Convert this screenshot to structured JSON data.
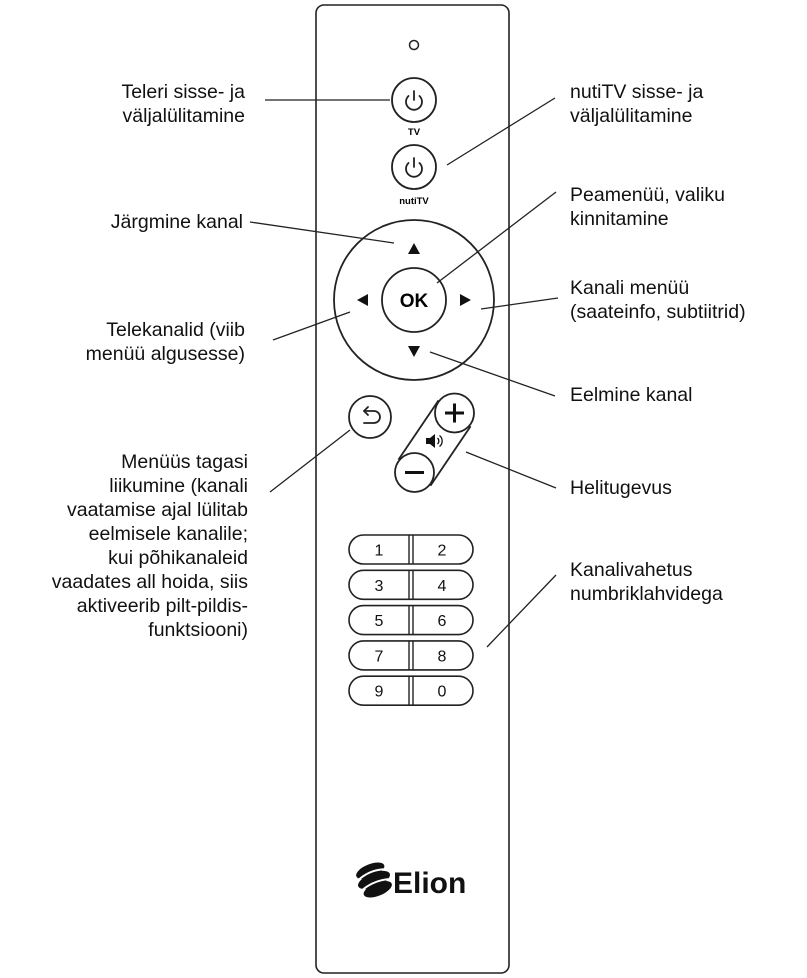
{
  "remote": {
    "tv_caption": "TV",
    "nutitv_caption": "nutiTV",
    "ok_label": "OK",
    "brand": "Elion",
    "number_keys": [
      [
        "1",
        "2"
      ],
      [
        "3",
        "4"
      ],
      [
        "5",
        "6"
      ],
      [
        "7",
        "8"
      ],
      [
        "9",
        "0"
      ]
    ],
    "plus_symbol": "+",
    "minus_symbol": "−"
  },
  "callouts": {
    "tv_power": [
      "Teleri sisse- ja",
      "väljalülitamine"
    ],
    "nutitv_power": [
      "nutiTV sisse- ja",
      "väljalülitamine"
    ],
    "next_channel": [
      "Järgmine kanal"
    ],
    "main_menu": [
      "Peamenüü, valiku",
      "kinnitamine"
    ],
    "channel_menu": [
      "Kanali menüü",
      "(saateinfo, subtiitrid)"
    ],
    "tv_channels": [
      "Telekanalid (viib",
      "menüü algusesse)"
    ],
    "previous_channel": [
      "Eelmine kanal"
    ],
    "back": [
      "Menüüs tagasi",
      "liikumine (kanali",
      "vaatamise ajal lülitab",
      "eelmisele kanalile;",
      "kui põhikanaleid",
      "vaadates all hoida, siis",
      "aktiveerib pilt-pildis-",
      "funktsiooni)"
    ],
    "volume": [
      "Helitugevus"
    ],
    "number_keys": [
      "Kanalivahetus",
      "numbriklahvidega"
    ]
  }
}
